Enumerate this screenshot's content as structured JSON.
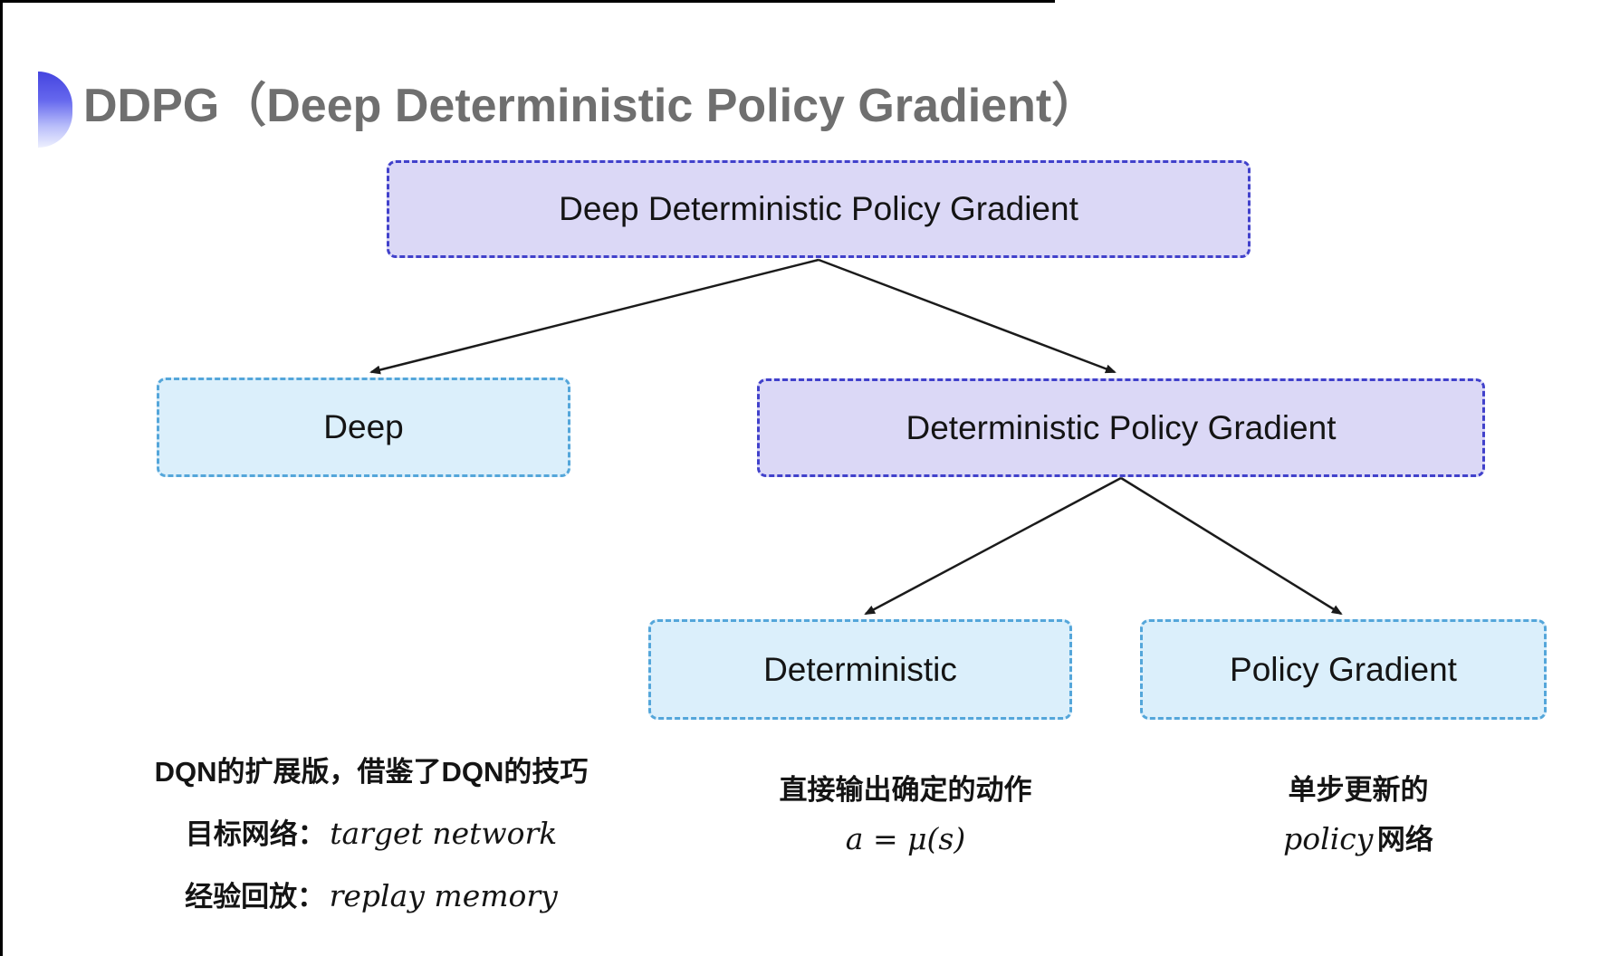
{
  "header": {
    "title": "DDPG（Deep Deterministic Policy Gradient）",
    "title_color": "#6f6f6f",
    "bullet_icon": "blue-gradient-semicircle",
    "bullet_top_color": "#4444df",
    "bullet_bottom_color": "#edeffe"
  },
  "diagram": {
    "type": "tree",
    "nodes": {
      "root": {
        "label": "Deep Deterministic Policy Gradient",
        "fill": "#dbd8f6",
        "border": "#4141cb"
      },
      "deep": {
        "label": "Deep",
        "fill": "#dbeffb",
        "border": "#54a6da"
      },
      "dpg": {
        "label": "Deterministic Policy Gradient",
        "fill": "#dbd8f6",
        "border": "#4141cb"
      },
      "deterministic": {
        "label": "Deterministic",
        "fill": "#dbeffb",
        "border": "#54a6da"
      },
      "policy_gradient": {
        "label": "Policy Gradient",
        "fill": "#dbeffb",
        "border": "#54a6da"
      }
    },
    "edges": [
      {
        "from": "root",
        "to": "deep"
      },
      {
        "from": "root",
        "to": "dpg"
      },
      {
        "from": "dpg",
        "to": "deterministic"
      },
      {
        "from": "dpg",
        "to": "policy_gradient"
      }
    ],
    "edge_color": "#1b1b1b"
  },
  "notes": {
    "dqn": {
      "line1": "DQN的扩展版，借鉴了DQN的技巧",
      "line2_label": "目标网络：",
      "line2_term": "target network",
      "line3_label": "经验回放：",
      "line3_term": "replay memory"
    },
    "deterministic": {
      "line1": "直接输出确定的动作",
      "formula": "a = μ(s)"
    },
    "policy": {
      "line1": "单步更新的",
      "term": "policy",
      "suffix": " 网络"
    }
  }
}
